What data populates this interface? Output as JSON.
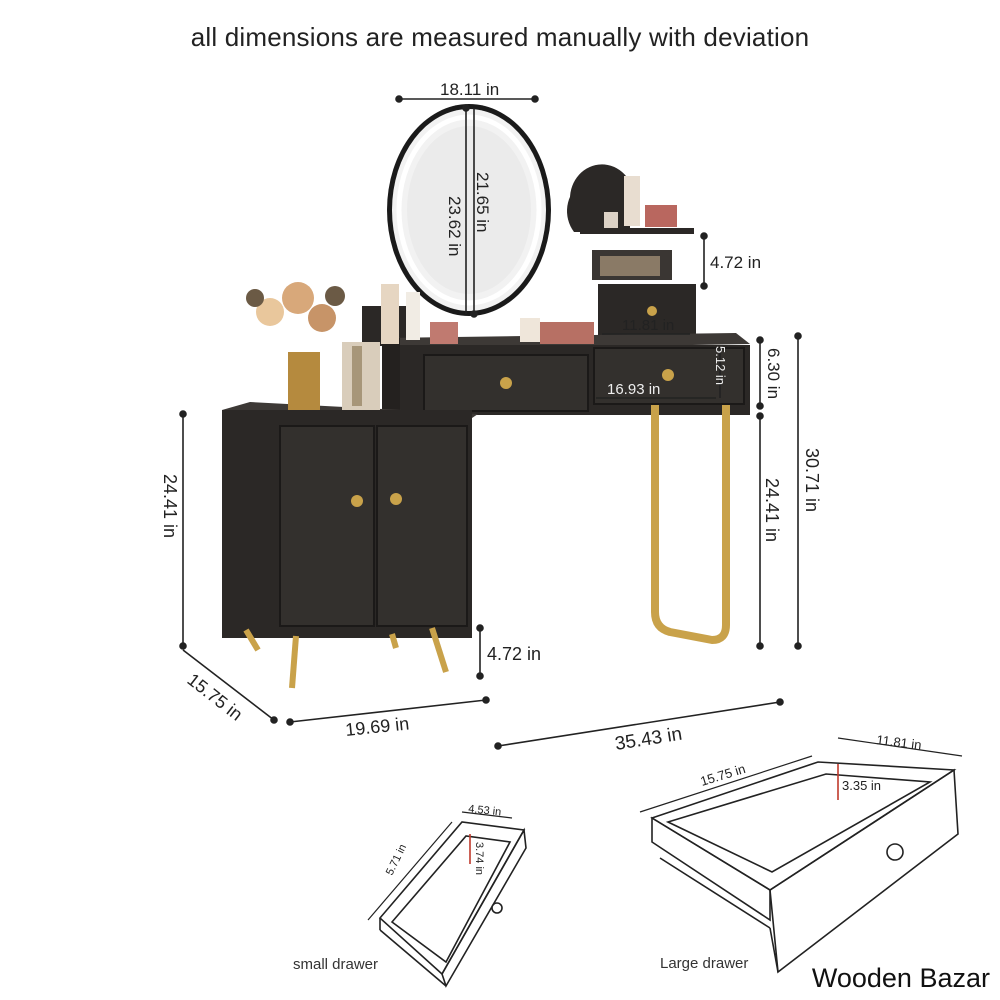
{
  "header": {
    "note": "all dimensions are measured manually with deviation"
  },
  "dimensions": {
    "mirror_width": "18.11 in",
    "mirror_height_inner": "21.65 in",
    "mirror_height_outer": "23.62 in",
    "shelf_gap": "4.72 in",
    "top_drawer_width": "11.81 in",
    "desk_drawer_width": "16.93 in",
    "desk_drawer_height": "5.12 in",
    "apron_height": "6.30 in",
    "desk_leg_height": "24.41 in",
    "total_height": "30.71 in",
    "cabinet_height": "24.41 in",
    "cabinet_leg_height": "4.72 in",
    "depth": "15.75 in",
    "cabinet_width": "19.69 in",
    "desk_width": "35.43 in"
  },
  "small_drawer": {
    "label": "small drawer",
    "width": "4.53 in",
    "depth": "5.71 in",
    "height": "3.74 in"
  },
  "large_drawer": {
    "label": "Large drawer",
    "width": "11.81 in",
    "depth": "15.75 in",
    "height": "3.35 in"
  },
  "brand": "Wooden Bazar",
  "colors": {
    "furniture": "#2b2826",
    "furniture_face": "#33302d",
    "gold": "#c9a24a",
    "dim_line": "#222222",
    "drawer_height_line": "#c0392b"
  }
}
